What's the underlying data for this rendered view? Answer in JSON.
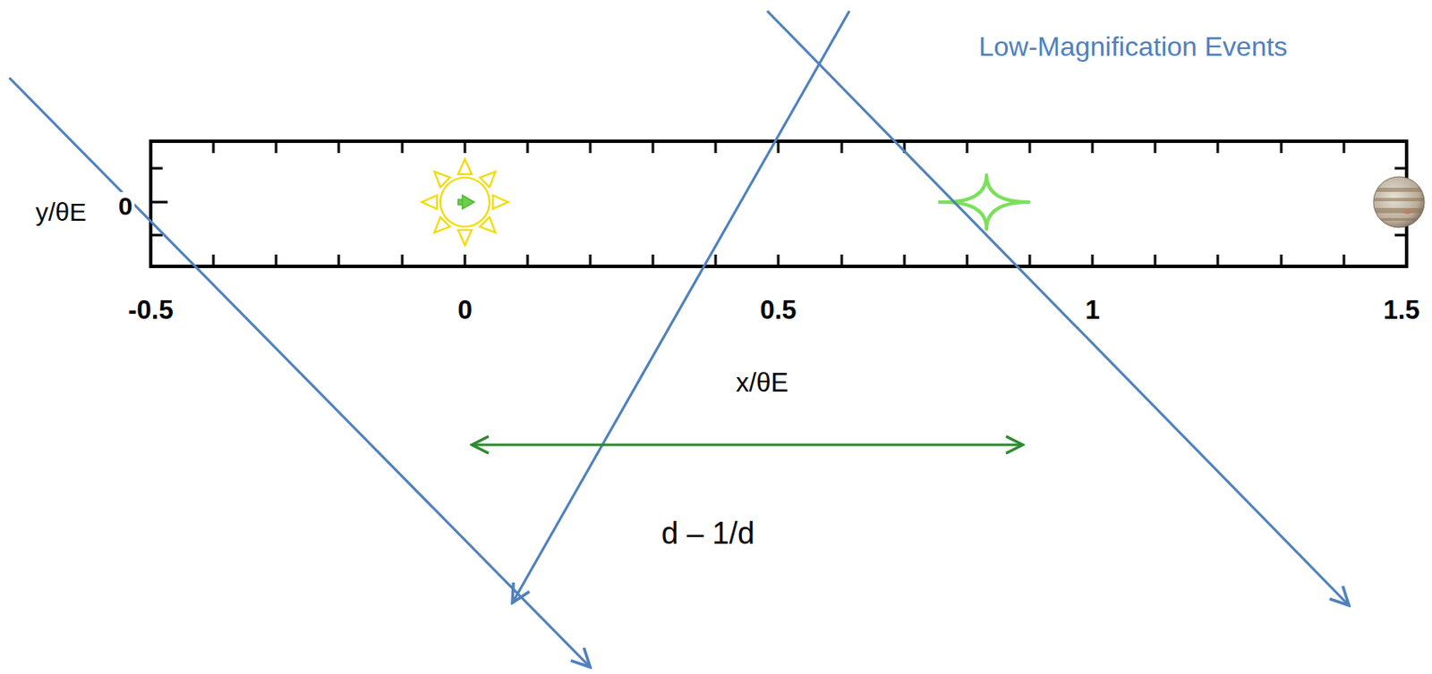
{
  "diagram": {
    "title": "Low-Magnification Events",
    "labels": [
      "y/θE",
      "0",
      "-0.5",
      "0",
      "0.5",
      "1",
      "1.5",
      "x/θE",
      "d – 1/d"
    ]
  }
}
